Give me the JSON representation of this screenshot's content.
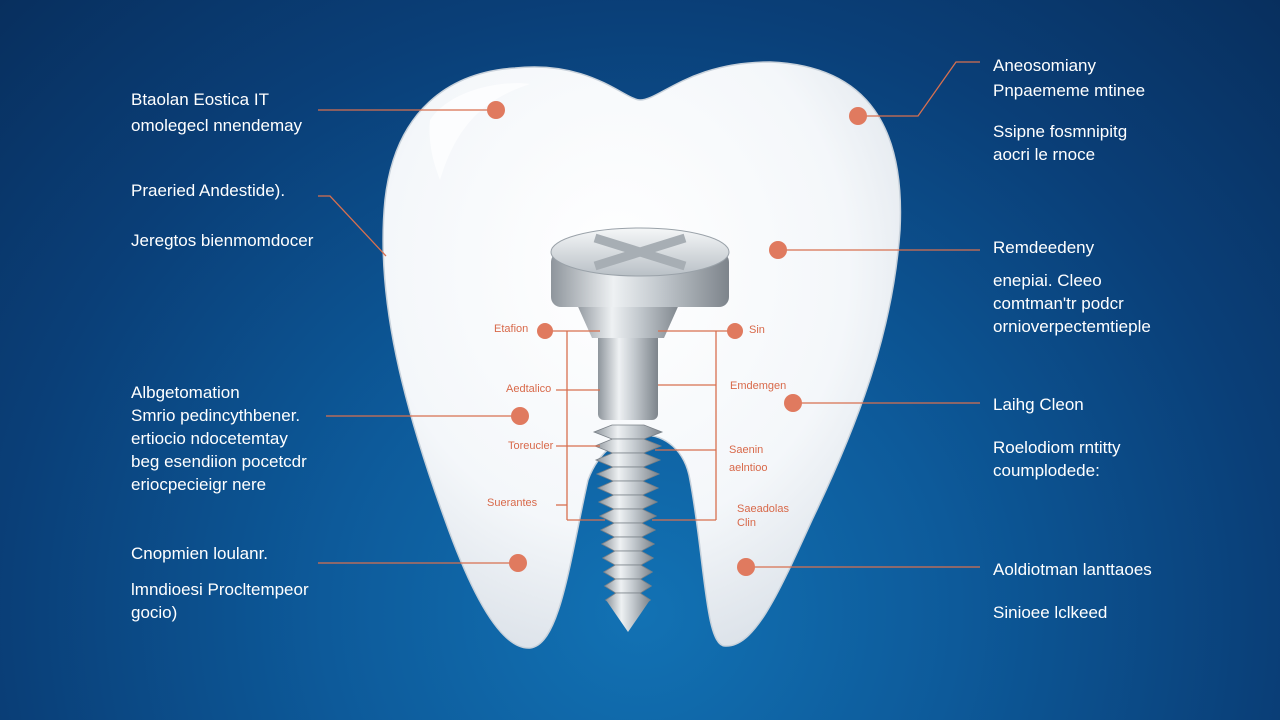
{
  "callouts_left": [
    {
      "id": "l1",
      "title": "Btaolan  Eostica  IT",
      "desc": [
        "omolegecl nnendemay"
      ]
    },
    {
      "id": "l2",
      "title": "Praeried  Andestide).",
      "desc": [
        "Jeregtos bienmomdocer"
      ]
    },
    {
      "id": "l3",
      "title": "Albgetomation",
      "desc": [
        "Smrio  pedincythbener.",
        "ertiocio ndocetemtay",
        "beg  esendiion pocetcdr",
        "eriocpecieigr nere"
      ]
    },
    {
      "id": "l4",
      "title": "Cnopmien  loulanr.",
      "desc": [
        "lmndioesi  Procltempeor",
        "gocio)"
      ]
    }
  ],
  "callouts_right": [
    {
      "id": "r1",
      "title": "Aneosomiany",
      "sub": "Pnpaememe mtinee",
      "desc": [
        "Ssipne  fosmnipitg",
        "aocri  le  rnoce"
      ]
    },
    {
      "id": "r2",
      "title": "Remdeedeny",
      "desc": [
        "enepiai.  Cleeo",
        "comtman'tr  podcr",
        "ornioverpectemtieple"
      ]
    },
    {
      "id": "r3",
      "title": "Laihg  Cleon",
      "desc": [
        "Roelodiom  rntitty",
        "coumplodede:"
      ]
    },
    {
      "id": "r4",
      "title": "Aoldiotman  lanttaoes",
      "desc": [
        "Sinioee  lclkeed"
      ]
    }
  ],
  "implant_labels_left": [
    "Etafion",
    "Aedtalico",
    "Toreucler",
    "Suerantes"
  ],
  "implant_labels_right": [
    "Sin",
    "Emdemgen",
    "Saenin",
    "aelntioo",
    "Saeadolas",
    "Clin"
  ],
  "colors": {
    "accent": "#e07a5f",
    "line": "#c9603e",
    "background": "#0a4f8e",
    "tooth": "#ffffff"
  }
}
